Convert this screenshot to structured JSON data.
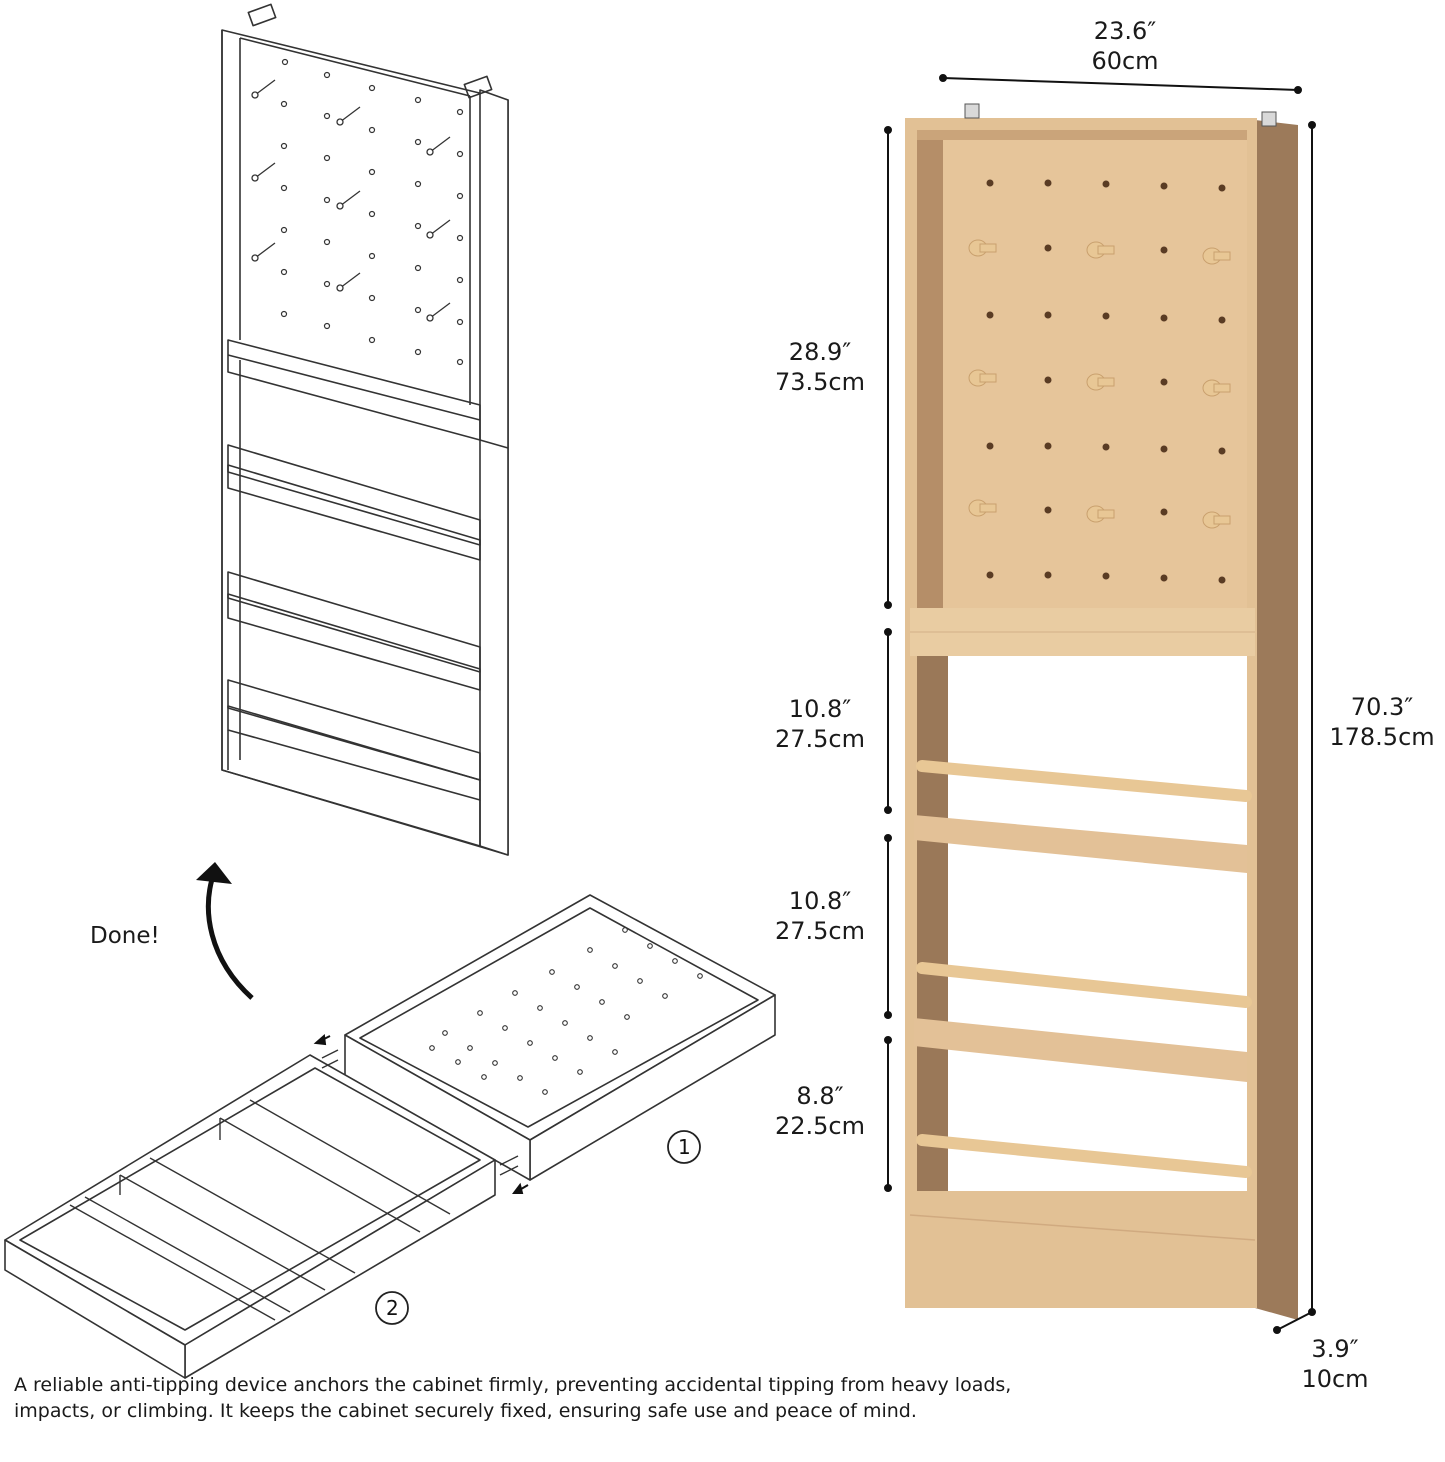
{
  "dimensions": {
    "width": {
      "in": "23.6″",
      "cm": "60cm"
    },
    "top": {
      "in": "28.9″",
      "cm": "73.5cm"
    },
    "shelf1": {
      "in": "10.8″",
      "cm": "27.5cm"
    },
    "shelf2": {
      "in": "10.8″",
      "cm": "27.5cm"
    },
    "shelf3": {
      "in": "8.8″",
      "cm": "22.5cm"
    },
    "height": {
      "in": "70.3″",
      "cm": "178.5cm"
    },
    "depth": {
      "in": "3.9″",
      "cm": "10cm"
    }
  },
  "assembly": {
    "done_label": "Done!",
    "step1": "①",
    "step2": "②"
  },
  "caption": {
    "line1": "A reliable anti-tipping device anchors the cabinet firmly, preventing accidental tipping from heavy loads,",
    "line2": "impacts, or climbing. It keeps the cabinet securely fixed, ensuring safe use and peace of mind."
  },
  "colors": {
    "wood_light": "#e8c9a0",
    "wood_mid": "#dcb68a",
    "wood_dark": "#9a7a5c",
    "wood_side": "#b48a64",
    "line_art": "#333333"
  }
}
